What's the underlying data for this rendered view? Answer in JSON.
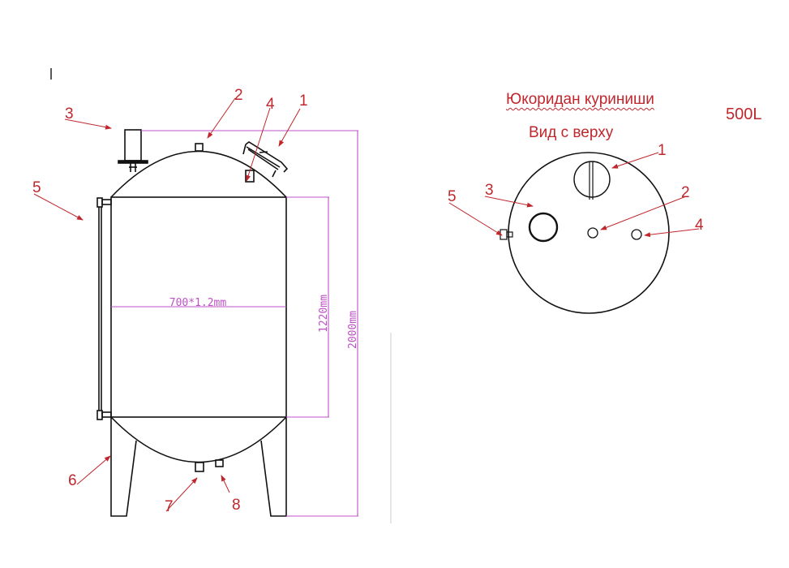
{
  "header": {
    "top_view_title_uz": "Юкоридан куриниши",
    "top_view_title_ru": "Вид с верху",
    "capacity": "500L"
  },
  "side_view": {
    "dimensions": {
      "diameter": "700*1.2mm",
      "body_height": "1220mm",
      "total_height": "2000mm"
    },
    "callouts": [
      "1",
      "2",
      "3",
      "4",
      "5",
      "6",
      "7",
      "8"
    ]
  },
  "top_view": {
    "callouts": [
      "1",
      "2",
      "3",
      "4",
      "5"
    ]
  },
  "colors": {
    "annotation": "#c0272d",
    "dimension": "#c050c8",
    "outline": "#111111"
  }
}
